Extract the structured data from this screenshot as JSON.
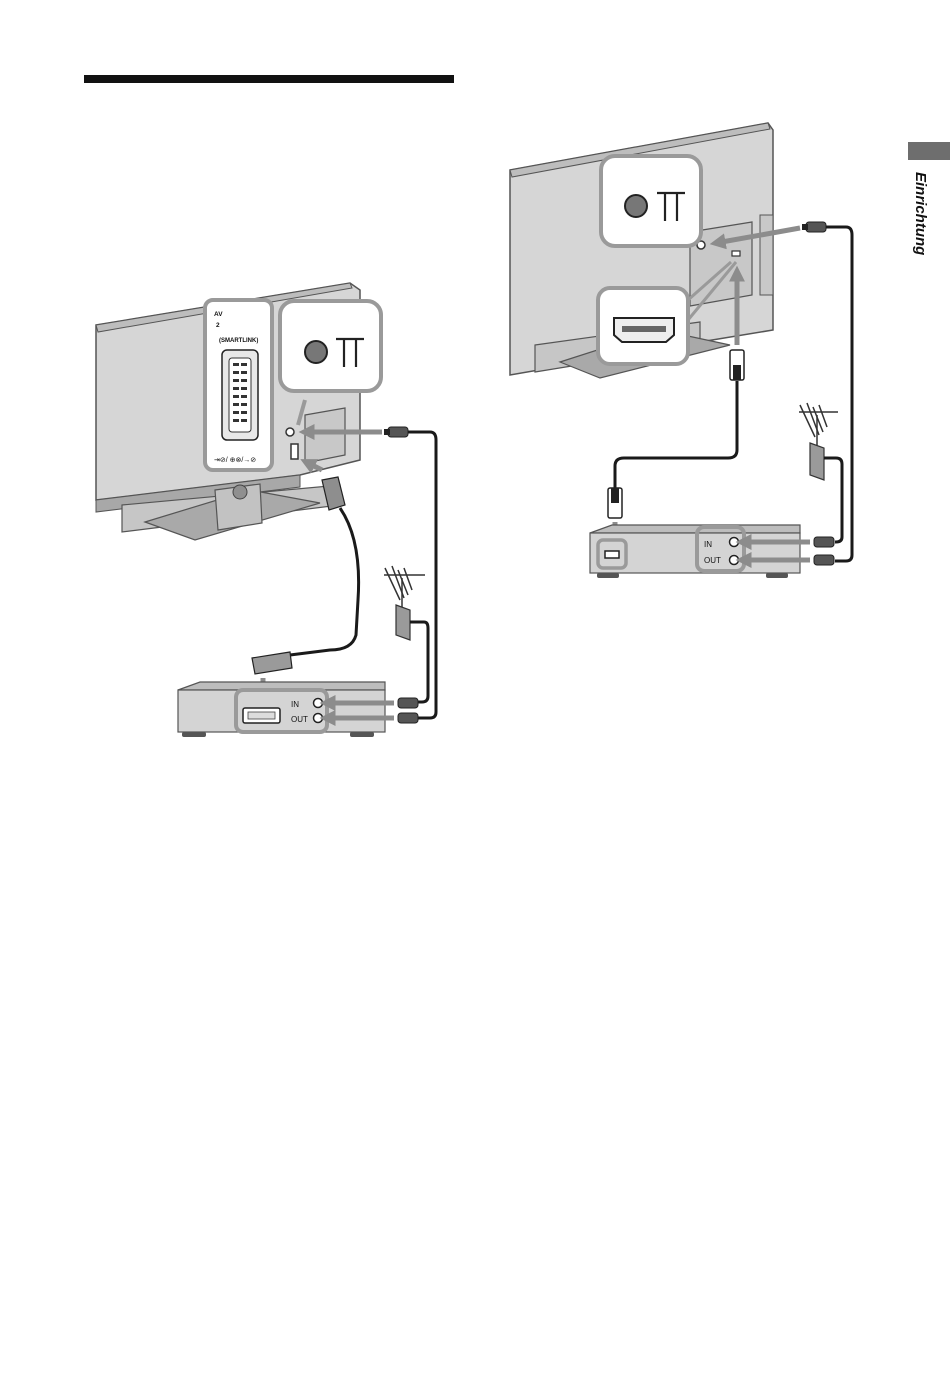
{
  "section": {
    "label": "Einrichtung"
  },
  "left_diagram": {
    "av_label": "AV",
    "av_number": "2",
    "smartlink_label": "(SMARTLINK)",
    "footer_label": "⇥⊘/ ⊕⊗/→⊘",
    "recorder_in_label": "IN",
    "recorder_out_label": "OUT"
  },
  "right_diagram": {
    "recorder_in_label": "IN",
    "recorder_out_label": "OUT"
  },
  "colors": {
    "panel": "#d4d4d4",
    "panel_dark": "#9a9a9a",
    "outline": "#555555",
    "callout": "#999999",
    "arrow": "#8c8c8c",
    "cable": "#1a1a1a"
  }
}
